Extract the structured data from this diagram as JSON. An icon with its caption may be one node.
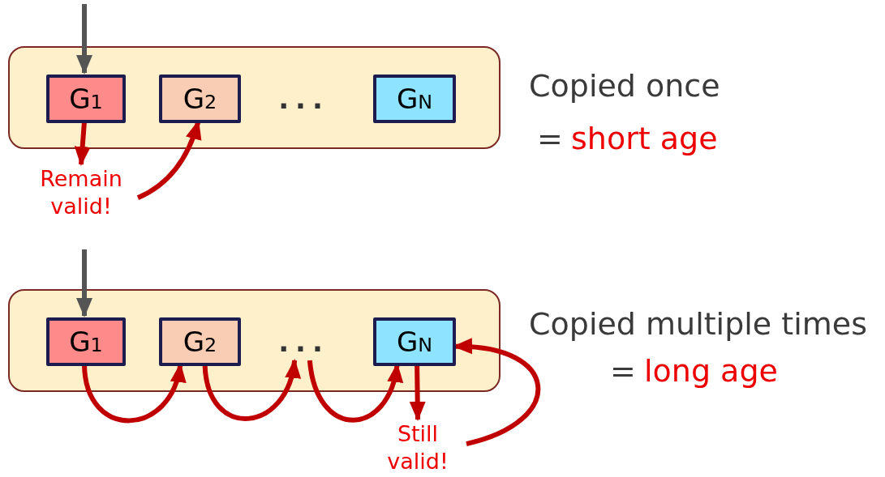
{
  "diagram": {
    "nodes": [
      {
        "text": [],
        "shape": "box"
      },
      {
        "text": [
          "G$_{1}$"
        ],
        "in": 0
      },
      {
        "text": [
          "G$_{2}$"
        ],
        "in": 0
      },
      {
        "text": [
          "..."
        ],
        "in": 0
      },
      {
        "text": [
          "G$_{N}$"
        ],
        "in": 0
      },
      {
        "text": [
          "Remain valid!"
        ]
      },
      {
        "text": [],
        "shape": "box"
      },
      {
        "text": [
          "G$_{1}$"
        ],
        "in": 6
      },
      {
        "text": [
          "G$_{2}$"
        ],
        "in": 6
      },
      {
        "text": [
          "..."
        ],
        "in": 6
      },
      {
        "text": [
          "G$_{N}$"
        ],
        "in": 6
      },
      {
        "text": [
          "Still valid!"
        ]
      }
    ],
    "edges": [
      {
        "from": null,
        "to": 1,
        "arrow": "to",
        "color": "#555555"
      },
      {
        "from": 1,
        "to": 5,
        "arrow": "to"
      },
      {
        "from": 5,
        "to": 2,
        "arrow": "to"
      },
      {
        "from": null,
        "to": 7,
        "arrow": "to",
        "color": "#555555"
      },
      {
        "from": 7,
        "to": 8,
        "arrow": "to"
      },
      {
        "from": 8,
        "to": 9,
        "arrow": "to"
      },
      {
        "from": 9,
        "to": 10,
        "arrow": "to"
      },
      {
        "from": 10,
        "to": 11,
        "arrow": "to"
      },
      {
        "from": 11,
        "to": 10,
        "arrow": "to"
      }
    ],
    "labels": [
      "Copied once",
      "=",
      "short age",
      "Copied multiple times",
      "=",
      "long age"
    ]
  }
}
